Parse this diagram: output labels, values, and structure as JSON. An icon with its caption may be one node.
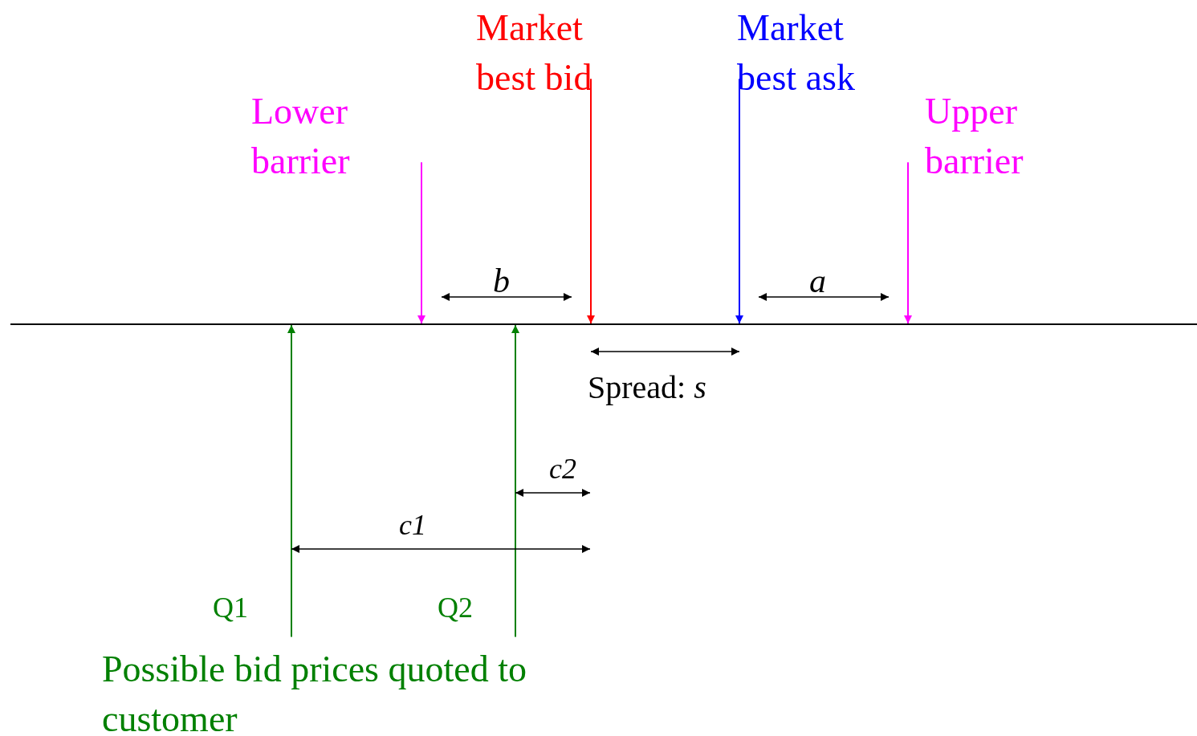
{
  "diagram": {
    "nodes": [
      {
        "text": [
          "Lower barrier"
        ]
      },
      {
        "text": [
          "Market best bid"
        ]
      },
      {
        "text": [
          "Market best ask"
        ]
      },
      {
        "text": [
          "Upper barrier"
        ]
      },
      {
        "text": [],
        "shape": "line"
      },
      {
        "text": [
          "Q1"
        ]
      },
      {
        "text": [
          "Q2"
        ]
      }
    ],
    "edges": [
      {
        "from": 0,
        "to": 4,
        "arrow": "to",
        "color": "#ff00ff"
      },
      {
        "from": 1,
        "to": 4,
        "arrow": "to",
        "color": "#ff0000"
      },
      {
        "from": 2,
        "to": 4,
        "arrow": "to",
        "color": "#0000ff"
      },
      {
        "from": 3,
        "to": 4,
        "arrow": "to",
        "color": "#ff00ff"
      },
      {
        "from": 5,
        "to": 4,
        "arrow": "to",
        "color": "#008000"
      },
      {
        "from": 6,
        "to": 4,
        "arrow": "to",
        "color": "#008000"
      }
    ],
    "labels": [
      "*b*",
      "*a*",
      "Spread: *s*",
      "*c2*",
      "*c1*",
      "Possible bid prices quoted to customer"
    ]
  }
}
